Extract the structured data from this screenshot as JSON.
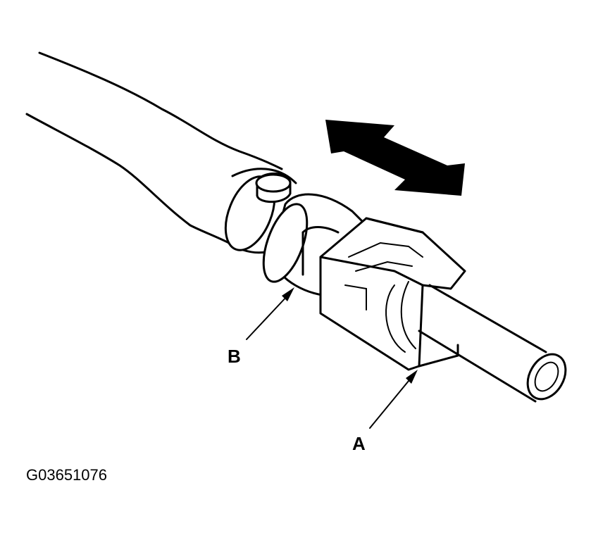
{
  "labels": {
    "a": "A",
    "b": "B"
  },
  "figure_code": "G03651076",
  "colors": {
    "line": "#000000",
    "background": "#ffffff"
  },
  "icons": {
    "direction_arrow": "double-headed-arrow"
  }
}
